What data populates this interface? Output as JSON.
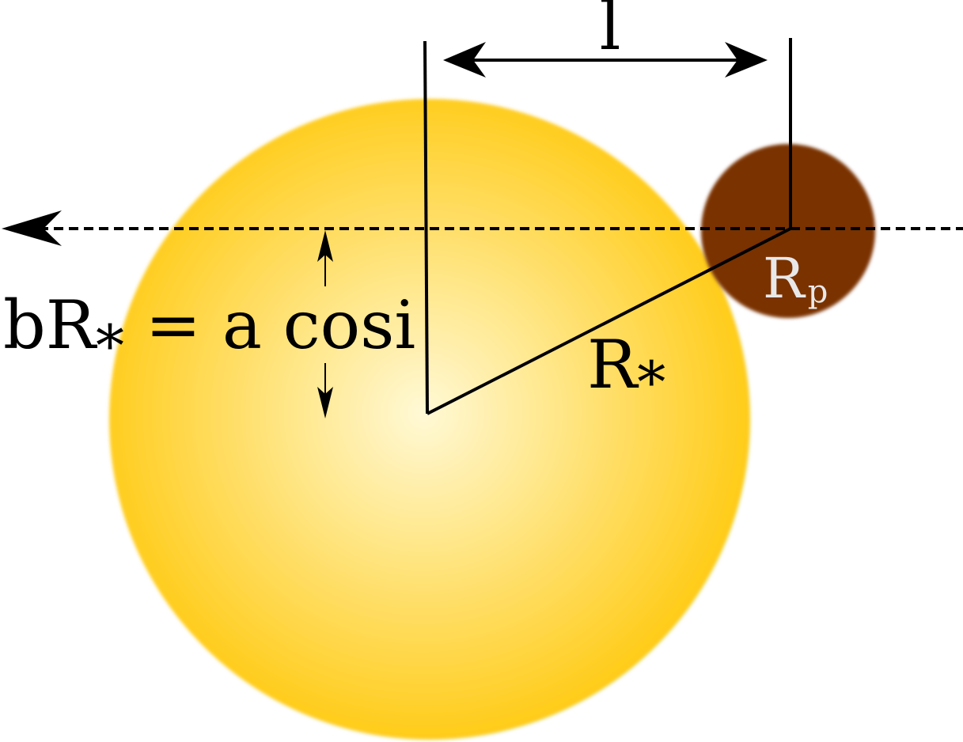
{
  "labels": {
    "l": "l",
    "impact": "bR",
    "impact_sub": "*",
    "impact_rest": " = a cosi",
    "rstar": "R",
    "rstar_sub": "*",
    "rp": "R",
    "rp_sub": "p"
  },
  "colors": {
    "star_center": "#fff9d6",
    "star_edge": "#ffc80a",
    "planet": "#7a3200",
    "planet_label": "#e8e8e8",
    "line": "#000000"
  },
  "icons": {
    "arrowheads": "arrow-icon"
  }
}
